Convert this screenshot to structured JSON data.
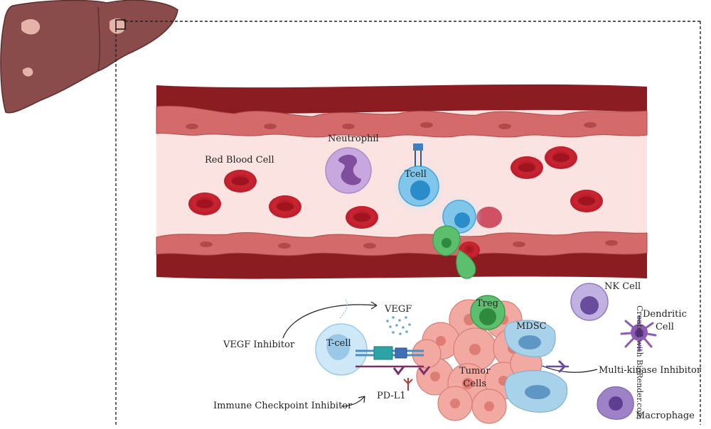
{
  "labels": {
    "red_blood_cell": "Red Blood Cell",
    "neutrophil": "Neutrophil",
    "tcell_vessel": "Tcell",
    "vegf": "VEGF",
    "nk_cell": "NK Cell",
    "dendritic_cell": "Dendritic\nCell",
    "treg": "Treg",
    "mdsc": "MDSC",
    "vegf_inhibitor": "VEGF Inhibitor",
    "tcell_tumor": "T-cell",
    "tumor_cells": "Tumor\nCells",
    "multi_kinase_inhibitor": "Multi-kinase Inhibitor",
    "pd_l1": "PD-L1",
    "immune_checkpoint_inhibitor": "Immune Checkpoint Inhibitor",
    "macrophage": "Macrophage"
  },
  "credit": "Created with BioRender.com",
  "colors": {
    "liver": "#8a4b4b",
    "vessel_wall": "#8b1c22",
    "vessel_lumen": "#fbe3e1",
    "endothelium": "#d56a6a",
    "rbc": "#c21f2b",
    "tcell": "#7fc6ea",
    "neutrophil": "#c7a7dd",
    "tumor": "#f2a9a2",
    "treg": "#5cbf6d",
    "mdsc": "#a8d2ea",
    "nk": "#9d82c8",
    "dendritic": "#8e5ab8"
  }
}
